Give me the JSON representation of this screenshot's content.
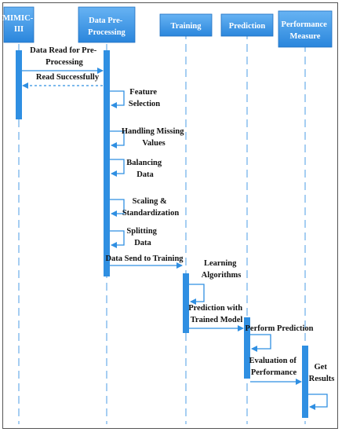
{
  "participants": [
    {
      "id": "mimic",
      "lines": [
        "MIMIC-",
        "III"
      ]
    },
    {
      "id": "prep",
      "lines": [
        "Data Pre-",
        "Processing"
      ]
    },
    {
      "id": "train",
      "lines": [
        "Training"
      ]
    },
    {
      "id": "pred",
      "lines": [
        "Prediction"
      ]
    },
    {
      "id": "perf",
      "lines": [
        "Performance",
        "Measure"
      ]
    }
  ],
  "messages": [
    {
      "id": "data-read",
      "lines": [
        "Data Read for Pre-",
        "Processing"
      ]
    },
    {
      "id": "read-success",
      "lines": [
        "Read Successfully"
      ]
    },
    {
      "id": "feature-selection",
      "lines": [
        "Feature",
        "Selection"
      ]
    },
    {
      "id": "missing-values",
      "lines": [
        "Handling Missing",
        "Values"
      ]
    },
    {
      "id": "balancing",
      "lines": [
        "Balancing",
        "Data"
      ]
    },
    {
      "id": "scaling",
      "lines": [
        "Scaling &",
        "Standardization"
      ]
    },
    {
      "id": "splitting",
      "lines": [
        "Splitting",
        "Data"
      ]
    },
    {
      "id": "send-training",
      "lines": [
        "Data Send to Training"
      ]
    },
    {
      "id": "learning",
      "lines": [
        "Learning",
        "Algorithms"
      ]
    },
    {
      "id": "pred-trained",
      "lines": [
        "Prediction with",
        "Trained Model"
      ]
    },
    {
      "id": "perform-pred",
      "lines": [
        "Perform Prediction"
      ]
    },
    {
      "id": "evaluation",
      "lines": [
        "Evaluation of",
        "Performance"
      ]
    },
    {
      "id": "get-results",
      "lines": [
        "Get",
        "Results"
      ]
    }
  ],
  "colors": {
    "header_fill": "#2f8fe2",
    "header_fill_light": "#59aaf0",
    "activation": "#2f8fe2",
    "lifeline": "#6aaee8",
    "arrow": "#2f8fe2",
    "text": "#111111"
  }
}
